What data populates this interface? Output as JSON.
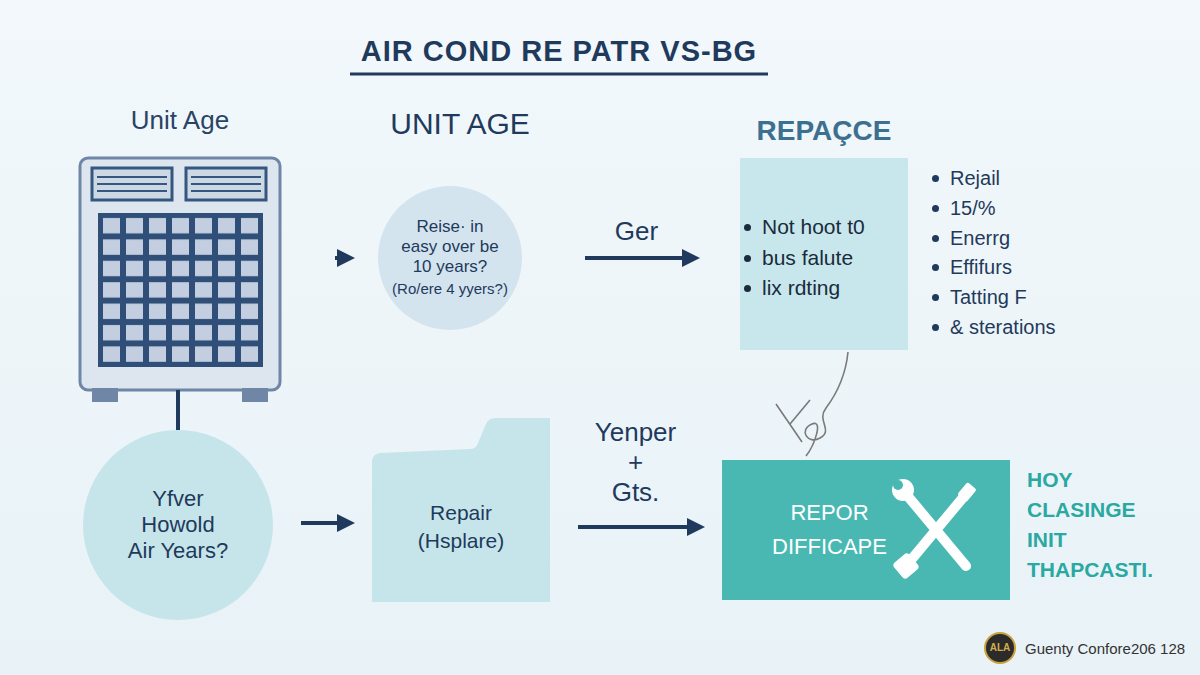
{
  "diagram": {
    "title": "AIR COND RE PATR VS-BG",
    "nodes": [
      {
        "text": [
          "Unit Age"
        ]
      },
      {
        "text": [
          "UNIT AGE",
          "Reise· in easy over be 10 years?",
          "(Ro/ere 4 yyers?)"
        ]
      },
      {
        "text": [
          "REPAÇCE",
          "Not hoot t0",
          "bus falute",
          "lix rdting"
        ]
      },
      {
        "text": [
          "Yfver Howold Air Years?"
        ]
      },
      {
        "text": [
          "Repair",
          "(Hsplare)"
        ]
      },
      {
        "text": [
          "REPOR DIFFICAPE"
        ]
      }
    ],
    "edges": [
      {
        "from": 0,
        "to": 1,
        "arrow": "to"
      },
      {
        "from": 1,
        "to": 2,
        "arrow": "to",
        "label": "Ger"
      },
      {
        "from": 0,
        "to": 3,
        "arrow": "none"
      },
      {
        "from": 3,
        "to": 4,
        "arrow": "to"
      },
      {
        "from": 4,
        "to": 5,
        "arrow": "to",
        "label": "Yenper + Gts."
      }
    ],
    "labels": [
      "Rejail",
      "15/%",
      "Enerrg",
      "Effifurs",
      "Tatting F",
      "& sterations",
      "HOY CLASINGE INIT THAPCASTI.",
      "ALA",
      "Guenty Confore206 128"
    ]
  }
}
